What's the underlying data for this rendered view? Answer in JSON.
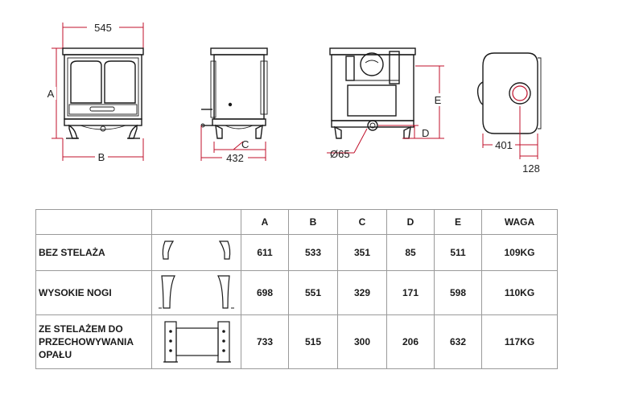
{
  "drawings": {
    "front": {
      "width_label": "545",
      "height_letter": "A",
      "width_letter": "B"
    },
    "side": {
      "letter_c": "C",
      "depth_label": "432"
    },
    "rear": {
      "letter_e": "E",
      "letter_d": "D",
      "flue_label": "Ø65"
    },
    "top": {
      "depth_label": "401",
      "offset_label": "128"
    }
  },
  "table": {
    "headers": [
      "",
      "",
      "A",
      "B",
      "C",
      "D",
      "E",
      "WAGA"
    ],
    "rows": [
      {
        "label": "BEZ STELAŻA",
        "values": [
          "611",
          "533",
          "351",
          "85",
          "511",
          "109KG"
        ],
        "leg_type": "short-leg-icon"
      },
      {
        "label": "WYSOKIE NOGI",
        "values": [
          "698",
          "551",
          "329",
          "171",
          "598",
          "110KG"
        ],
        "leg_type": "tall-leg-icon"
      },
      {
        "label": "ZE STELAŻEM DO PRZECHOWYWANIA OPAŁU",
        "values": [
          "733",
          "515",
          "300",
          "206",
          "632",
          "117KG"
        ],
        "leg_type": "log-store-icon"
      }
    ]
  },
  "colors": {
    "dimension_line": "#c0112b",
    "ink": "#1a1a1a",
    "table_border": "#9a9a9a"
  }
}
